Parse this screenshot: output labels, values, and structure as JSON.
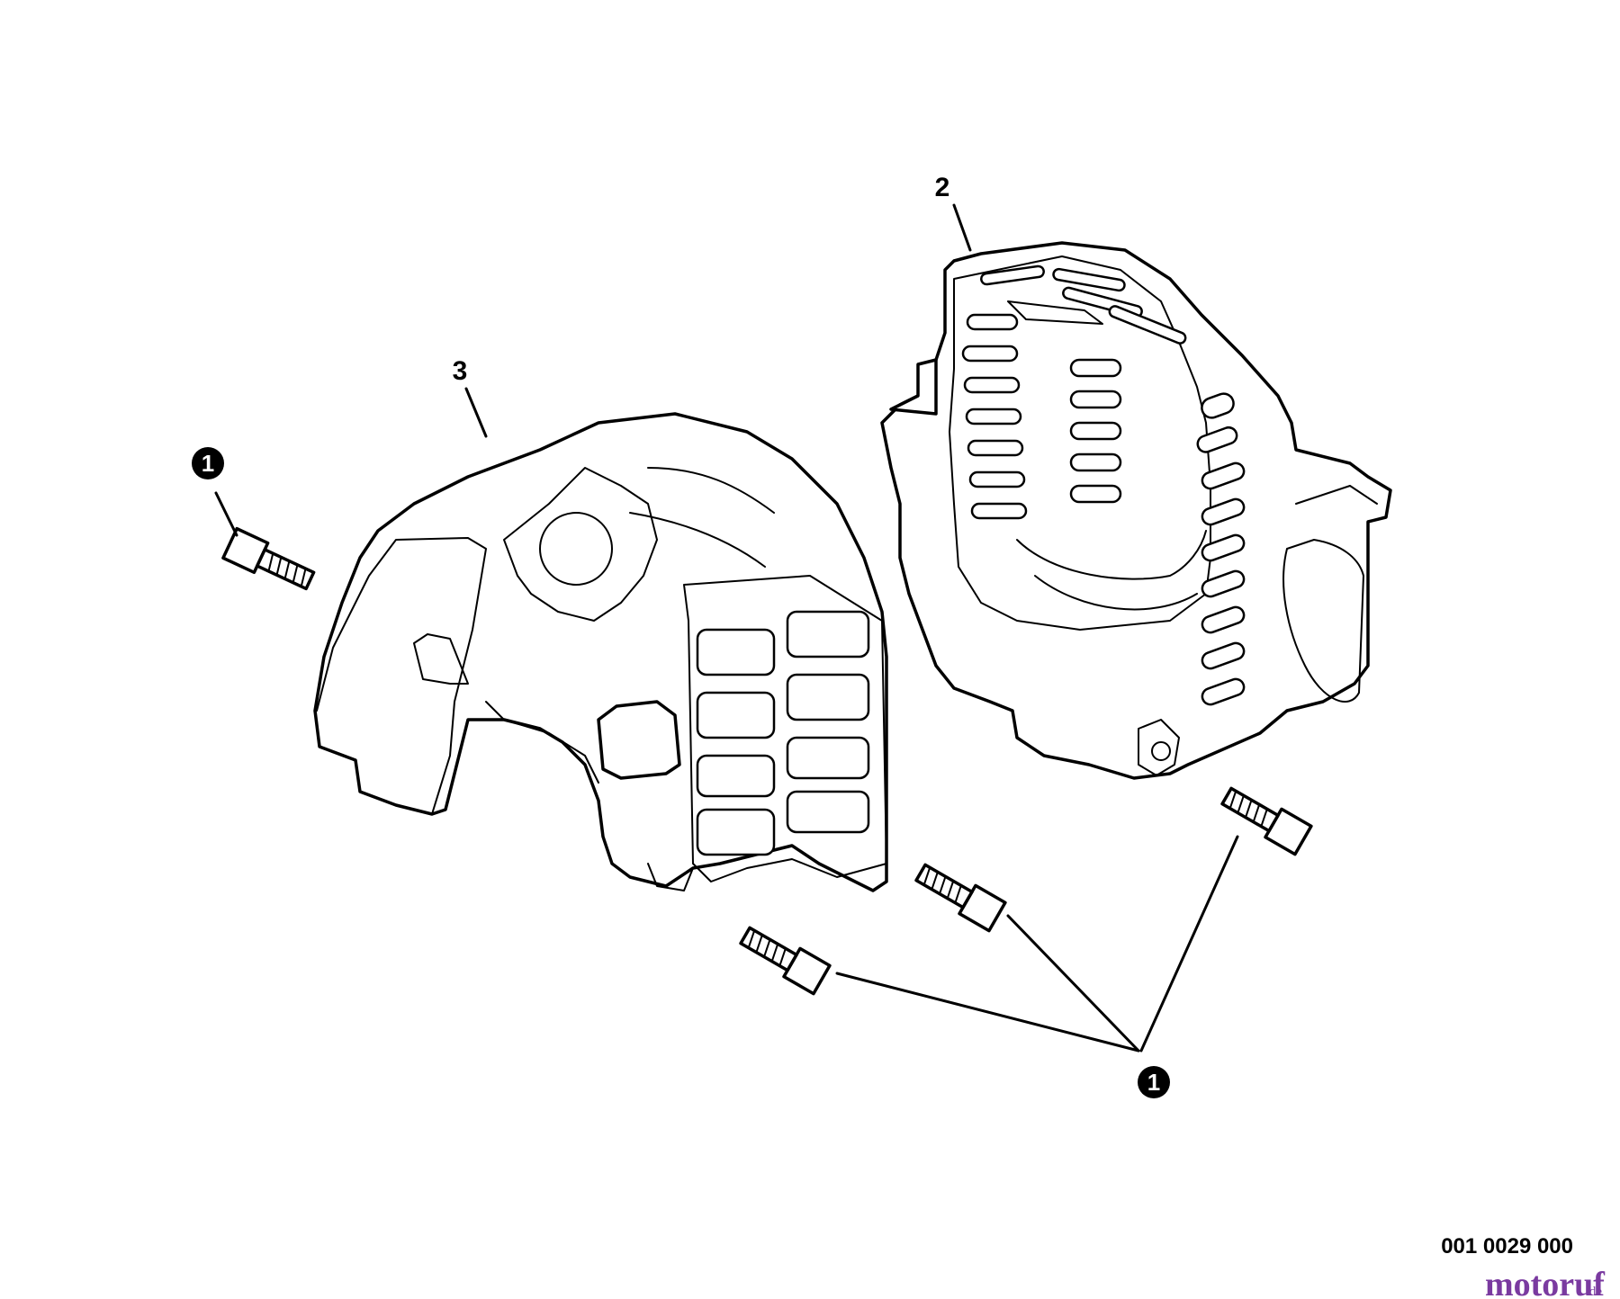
{
  "callouts": {
    "part_2": "2",
    "part_3": "3",
    "screw_left": "1",
    "screw_group": "1"
  },
  "figure_code": "001 0029 000",
  "watermark": {
    "name": "motoruf",
    "tld": ".de"
  }
}
